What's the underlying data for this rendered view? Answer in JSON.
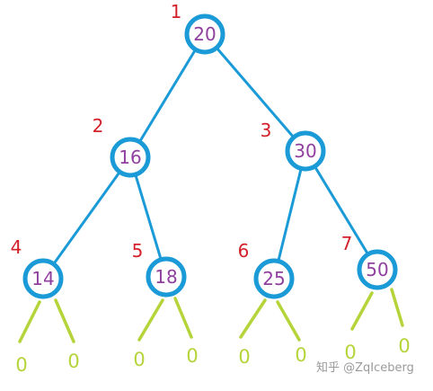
{
  "colors": {
    "edge": "#1a9ad6",
    "node_ring": "#1a9ad6",
    "node_value": "#8f3f9e",
    "node_index": "#d3202a",
    "leaf": "#b5d43a"
  },
  "nodes": [
    {
      "index": "1",
      "value": "20"
    },
    {
      "index": "2",
      "value": "16"
    },
    {
      "index": "3",
      "value": "30"
    },
    {
      "index": "4",
      "value": "14"
    },
    {
      "index": "5",
      "value": "18"
    },
    {
      "index": "6",
      "value": "25"
    },
    {
      "index": "7",
      "value": "50"
    }
  ],
  "edges": [
    [
      0,
      1
    ],
    [
      0,
      2
    ],
    [
      1,
      3
    ],
    [
      1,
      4
    ],
    [
      2,
      5
    ],
    [
      2,
      6
    ]
  ],
  "null_leaves": [
    {
      "parent": 3,
      "value": "0"
    },
    {
      "parent": 3,
      "value": "0"
    },
    {
      "parent": 4,
      "value": "0"
    },
    {
      "parent": 4,
      "value": "0"
    },
    {
      "parent": 5,
      "value": "0"
    },
    {
      "parent": 5,
      "value": "0"
    },
    {
      "parent": 6,
      "value": "0"
    },
    {
      "parent": 6,
      "value": "0"
    }
  ],
  "watermark": "知乎 @ZqIceberg"
}
